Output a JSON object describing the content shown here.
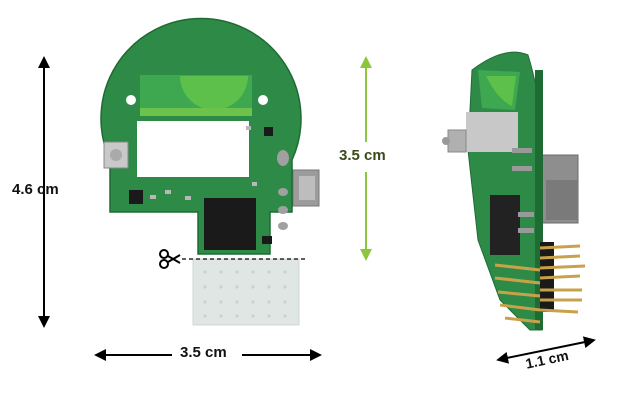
{
  "dimensions": {
    "total_height": "4.6 cm",
    "width": "3.5 cm",
    "height_after_cut": "3.5 cm",
    "depth": "1.1 cm"
  },
  "colors": {
    "pcb_green": "#2e8b47",
    "pcb_dark": "#1f6b34",
    "arrow_black": "#000000",
    "arrow_green": "#8cc63f",
    "white_window": "#ffffff",
    "chip_black": "#1a1a1a",
    "breakaway_panel": "#dfe6e4",
    "gold_pins": "#c8a24a"
  },
  "icons": [
    "scissors-icon"
  ]
}
